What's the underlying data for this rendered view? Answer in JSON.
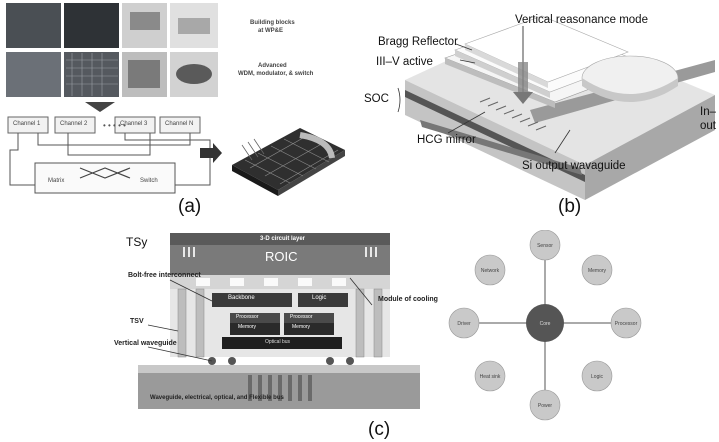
{
  "panel_a": {
    "label": "(a)",
    "caption_line1": "Building blocks",
    "caption_line2": "at WP&E",
    "caption_line3": "Advanced",
    "caption_line4": "WDM, modulator, & switch",
    "module_labels": [
      "Channel 1",
      "Channel 2",
      "Channel 3",
      "Channel N"
    ],
    "switch_label_left": "Matrix",
    "switch_label_right": "Switch"
  },
  "panel_b": {
    "label": "(b)",
    "labels": {
      "vertical_mode": "Vertical reasonance mode",
      "bragg": "Bragg Reflector",
      "active": "III–V active",
      "soc": "SOC",
      "hcg": "HCG mirror",
      "si_output": "Si output wavaguide",
      "io_in": "In–",
      "io_out": "out"
    }
  },
  "panel_c": {
    "label": "(c)",
    "tsy": "TSy",
    "roic": "ROIC",
    "top_bar": "3-D circuit layer",
    "left_labels": [
      "Bolt-free interconnect",
      "TSV",
      "Vertical waveguide"
    ],
    "right_labels": [
      "Module of cooling"
    ],
    "blocks": [
      "Backbone",
      "Logic",
      "Processor",
      "Memory",
      "Processor",
      "Memory",
      "Optical bus"
    ],
    "bottom_caption": "Waveguide, electrical, optical, and Flexible bus",
    "hub_label": "Core",
    "nodes": [
      "Sensor",
      "Memory",
      "Processor",
      "Logic",
      "Power",
      "Heat sink",
      "Driver",
      "Network"
    ]
  },
  "colors": {
    "dark_fill": "#3a3a3a",
    "mid_gray": "#8a8a8a",
    "light_gray": "#d8d8d8",
    "node_fill": "#c9c9c9"
  }
}
